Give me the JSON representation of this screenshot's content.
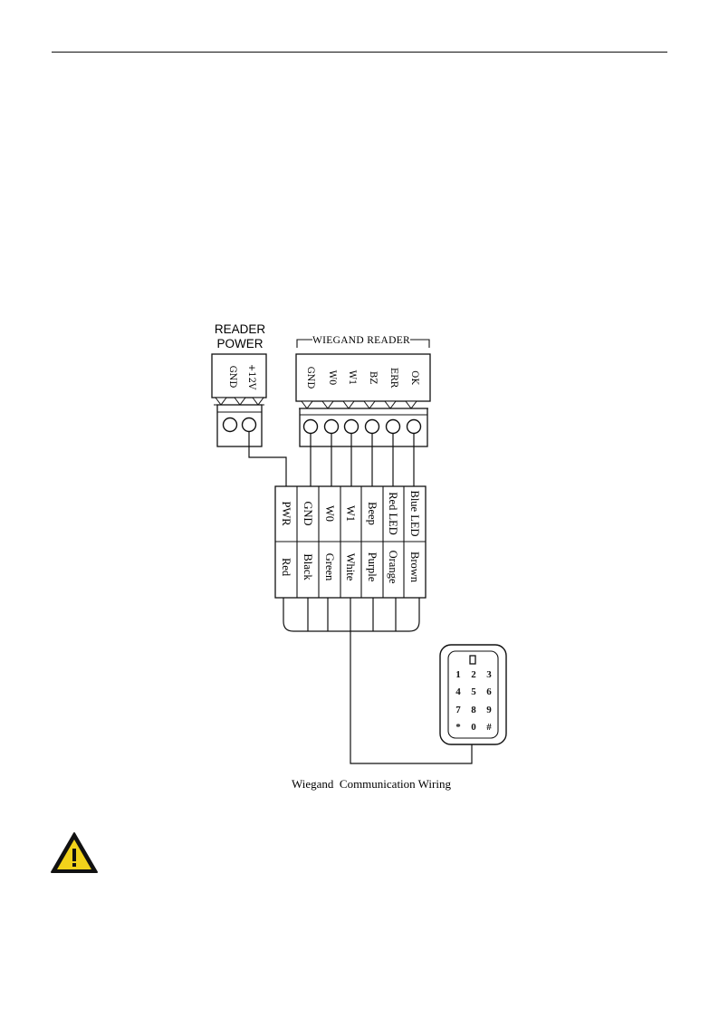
{
  "reader_power": {
    "title_line1": "READER",
    "title_line2": "POWER",
    "terminals": [
      "GND",
      "+12V"
    ]
  },
  "wiegand_reader": {
    "title": "WIEGAND READER",
    "terminals": [
      "GND",
      "W0",
      "W1",
      "BZ",
      "ERR",
      "OK"
    ]
  },
  "cable": {
    "signals": [
      "PWR",
      "GND",
      "W0",
      "W1",
      "Beep",
      "Red LED",
      "Blue LED"
    ],
    "colors": [
      "Red",
      "Black",
      "Green",
      "White",
      "Purple",
      "Orange",
      "Brown"
    ]
  },
  "keypad": {
    "keys": [
      "1",
      "2",
      "3",
      "4",
      "5",
      "6",
      "7",
      "8",
      "9",
      "*",
      "0",
      "#"
    ]
  },
  "caption": "Wiegand  Communication Wiring"
}
